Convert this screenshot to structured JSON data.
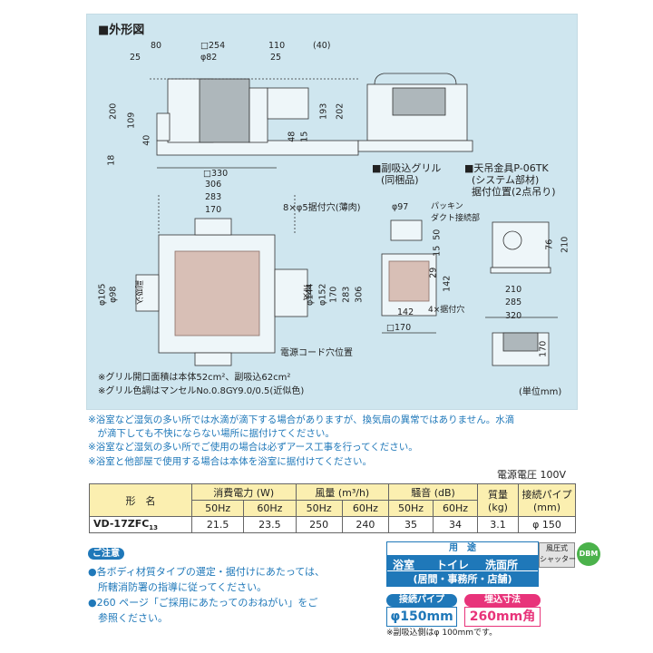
{
  "section_title": "■外形図",
  "front_view": {
    "dims": [
      "80",
      "□254",
      "110",
      "(40)",
      "25",
      "φ82",
      "25",
      "200",
      "109",
      "40",
      "18",
      "□330",
      "193",
      "202",
      "48",
      "15"
    ]
  },
  "side_labels": {
    "grille": "■副吸込グリル",
    "grille_sub": "(同梱品)",
    "hanger": "■天吊金具P-06TK",
    "hanger_sub": "(システム部材)",
    "hanger_pos": "据付位置(2点吊り)"
  },
  "plan_view": {
    "dims": [
      "306",
      "283",
      "170",
      "φ105",
      "φ98",
      "φ152",
      "φ144",
      "170",
      "283",
      "306"
    ],
    "hole_label": "8×φ5据付穴(薄肉)",
    "sub_intake": "副吸込",
    "exhaust": "排気",
    "cord_label": "電源コード穴位置"
  },
  "grille_view": {
    "dims": [
      "φ97",
      "50",
      "15",
      "142",
      "29",
      "142",
      "□170"
    ],
    "packing": "パッキン",
    "duct": "ダクト接続部",
    "holes": "4×据付穴"
  },
  "hanger_view": {
    "dims": [
      "210",
      "76",
      "210",
      "285",
      "320",
      "170"
    ]
  },
  "notes": [
    "※グリル開口面積は本体52cm²、副吸込62cm²",
    "※グリル色調はマンセルNo.0.8GY9.0/0.5(近似色)"
  ],
  "unit": "(単位mm)",
  "warnings": [
    "※浴室など湿気の多い所では水滴が滴下する場合がありますが、換気扇の異常ではありません。水滴",
    "　が滴下しても不快にならない場所に据付けてください。",
    "※浴室など湿気の多い所でご使用の場合は必ずアース工事を行ってください。",
    "※浴室と他部屋で使用する場合は本体を浴室に据付けてください。"
  ],
  "power_label": "電源電圧 100V",
  "table": {
    "headers": {
      "model": "形　名",
      "power": "消費電力 (W)",
      "airflow": "風量 (m³/h)",
      "noise": "騒音 (dB)",
      "mass": "質量",
      "mass_unit": "(kg)",
      "pipe": "接続パイプ",
      "pipe_unit": "(mm)",
      "hz50": "50Hz",
      "hz60": "60Hz"
    },
    "row": {
      "model": "VD-17ZFC",
      "model_sub": "13",
      "power50": "21.5",
      "power60": "23.5",
      "air50": "250",
      "air60": "240",
      "noise50": "35",
      "noise60": "34",
      "mass": "3.1",
      "pipe": "φ 150"
    }
  },
  "caution": {
    "title": "ご注意",
    "line1": "●各ボディ材質タイプの選定・据付けにあたっては、",
    "line2": "　所轄消防署の指導に従ってください。",
    "line3": "●260 ページ「ご採用にあたってのおねがい」をご",
    "line4": "　参照ください。"
  },
  "usage": {
    "header": "用　途",
    "items": [
      "浴室",
      "トイレ",
      "洗面所"
    ],
    "sub": "(居間・事務所・店舗)"
  },
  "shutter_badge": "風圧式\nシャッター",
  "dbm_badge": "DBM",
  "pipe_badge": {
    "label": "接続パイプ",
    "value": "φ150mm"
  },
  "size_badge": {
    "label": "埋込寸法",
    "value": "260mm角"
  },
  "footnote": "※副吸込側はφ 100mmです。",
  "colors": {
    "blue": "#1f78b9",
    "pink": "#e8337a",
    "table_header": "#fbefb0",
    "diagram_bg": "#cfe6ef"
  }
}
